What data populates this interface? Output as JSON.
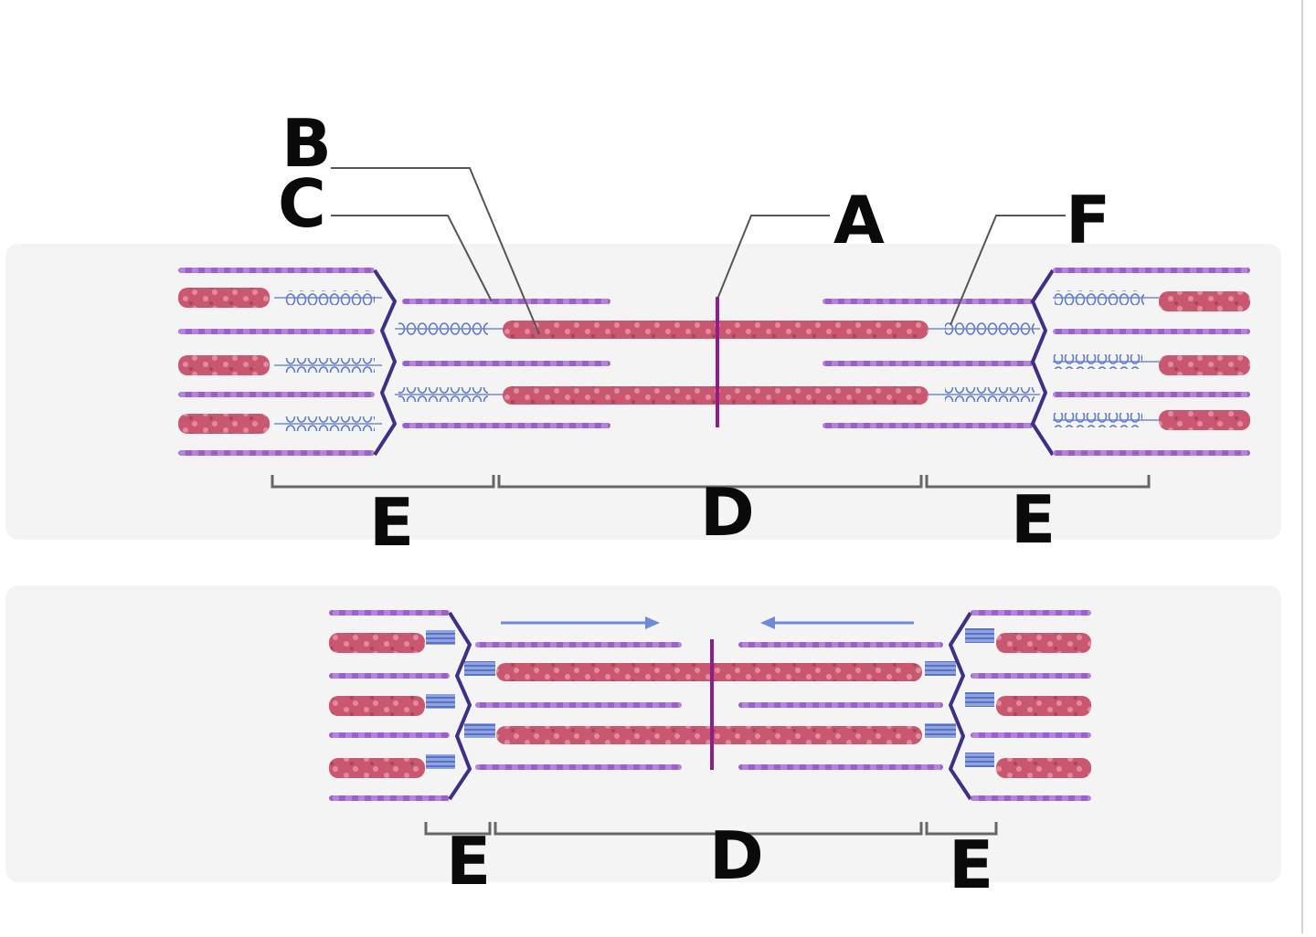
{
  "labels": {
    "A": "A",
    "B": "B",
    "C": "C",
    "D": "D",
    "E": "E",
    "F": "F"
  },
  "colors": {
    "panel": "#f4f4f4",
    "actin": "#9b5fcf",
    "myosin": "#c9576f",
    "z_line": "#3f2f86",
    "m_line": "#8e1f8a",
    "titin": "#6f8ad6",
    "leader": "#555555",
    "bracket": "#666666",
    "label": "#0a0a0a"
  },
  "icons": {
    "arrow_right": "arrow-right-icon",
    "arrow_left": "arrow-left-icon"
  }
}
